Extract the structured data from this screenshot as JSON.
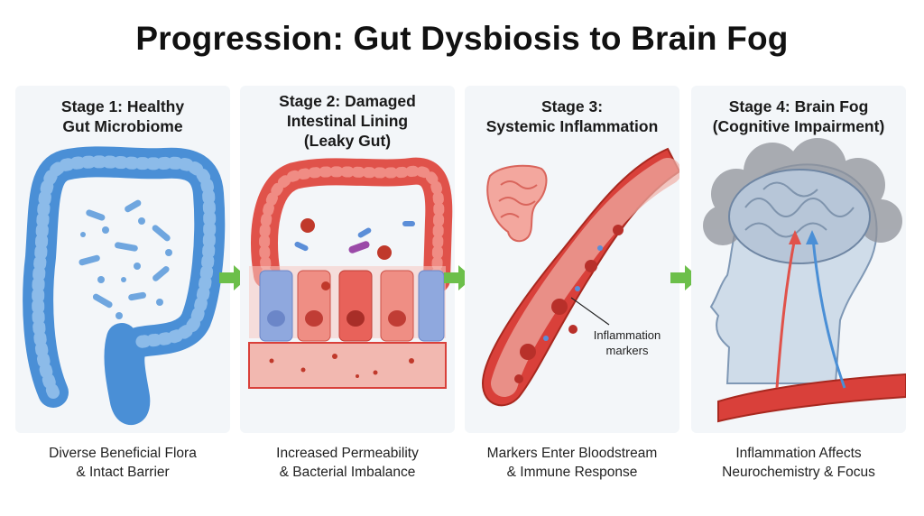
{
  "title": "Progression: Gut Dysbiosis to Brain Fog",
  "stages": [
    {
      "title": "Stage 1: Healthy\nGut Microbiome",
      "caption": "Diverse Beneficial Flora\n& Intact Barrier"
    },
    {
      "title": "Stage 2: Damaged\nIntestinal Lining\n(Leaky Gut)",
      "caption": "Increased Permeability\n& Bacterial Imbalance"
    },
    {
      "title": "Stage 3:\nSystemic Inflammation",
      "caption": "Markers Enter Bloodstream\n& Immune Response"
    },
    {
      "title": "Stage 4: Brain Fog\n(Cognitive Impairment)",
      "caption": "Inflammation Affects\nNeurochemistry & Focus"
    }
  ],
  "annotation": "Inflammation\nmarkers",
  "colors": {
    "healthy": "#4a8fd6",
    "inflamed": "#d9403a",
    "arrow": "#6cbf4a",
    "panel": "#f3f6f9"
  }
}
